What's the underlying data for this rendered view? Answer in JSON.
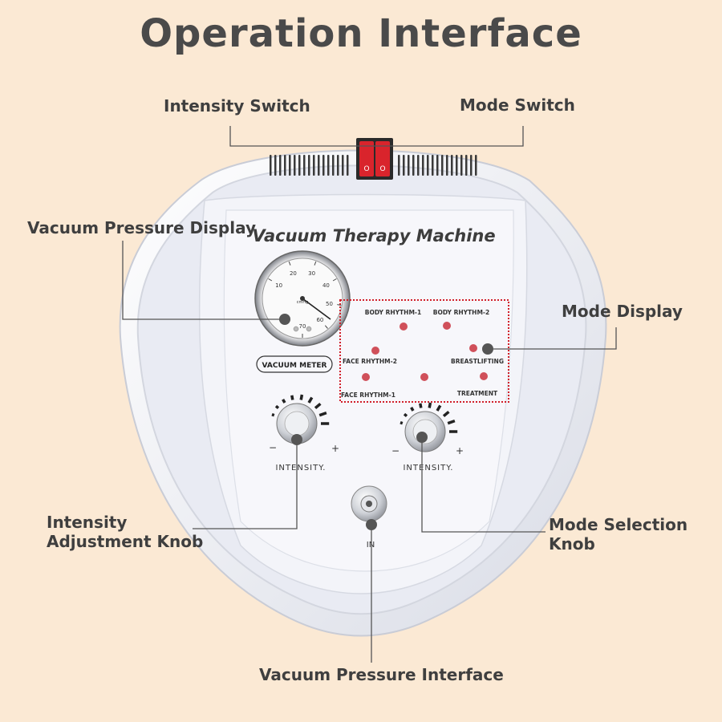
{
  "title": "Operation Interface",
  "machine": {
    "name": "Vacuum Therapy Machine",
    "meter_label": "VACUUM METER",
    "gauge_ticks": [
      "10",
      "20",
      "30",
      "40",
      "50",
      "60",
      "70"
    ],
    "gauge_unit": "cmHg",
    "knob_label": "INTENSITY.",
    "minus": "−",
    "plus": "+",
    "port_label": "IN",
    "modes": [
      "BODY RHYTHM-1",
      "BODY RHYTHM-2",
      "FACE RHYTHM-2",
      "BREASTLIFTING",
      "FACE RHYTHM-1",
      "TREATMENT"
    ],
    "switch_mark": "O"
  },
  "callouts": {
    "intensity_switch": "Intensity Switch",
    "mode_switch": "Mode Switch",
    "vacuum_pressure_display": "Vacuum Pressure Display",
    "mode_display": "Mode Display",
    "intensity_knob_line1": "Intensity",
    "intensity_knob_line2": "Adjustment Knob",
    "mode_knob_line1": "Mode Selection",
    "mode_knob_line2": "Knob",
    "vacuum_interface": "Vacuum Pressure Interface"
  },
  "colors": {
    "background": "#fbe9d4",
    "device": "#eef0f7",
    "leader": "#555555",
    "led": "#d0505a",
    "highlight": "#d11f2a",
    "switch": "#d9242c"
  }
}
